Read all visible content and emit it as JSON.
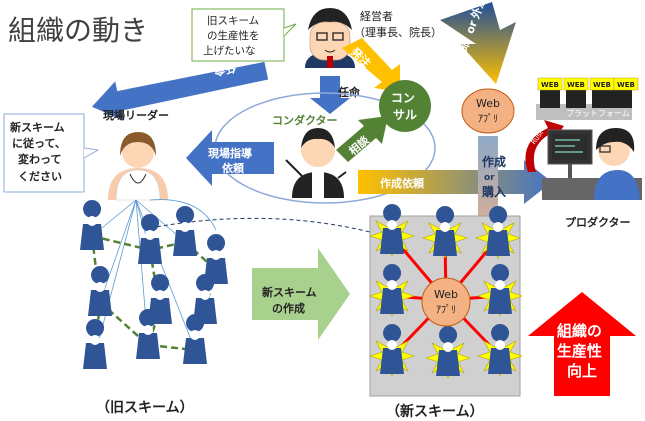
{
  "title": "組織の動き",
  "colors": {
    "blue_arrow": "#4472c4",
    "green": "#70ad47",
    "orange": "#f4b183",
    "red": "#ff0000",
    "gold": "#ffc000",
    "yellow": "#ffff00",
    "grid_bg": "#d0d0d0"
  },
  "icons": {
    "manager": "businessman-icon",
    "leader": "nurse-woman-icon",
    "conductor": "conductor-icon",
    "producer": "programmer-at-desk-icon",
    "staff": "person-pin-icon"
  },
  "speech_manager": [
    "旧スキーム",
    "の生産性を",
    "上げたいな"
  ],
  "manager": {
    "label": "経営者",
    "sub": "（理事長、院長）"
  },
  "arrows": {
    "appoint_leader": "任命",
    "appoint_conductor": "任命",
    "order_consult": "発注",
    "appoint_or_order": [
      "任命",
      "or",
      "外注"
    ],
    "field_guidance": [
      "現場指導",
      "依頼"
    ],
    "consult_request": "相談",
    "create_request": "作成依頼",
    "create_or_buy": [
      "作成",
      "or",
      "購入"
    ],
    "new_scheme_create": [
      "新スキーム",
      "の作成"
    ]
  },
  "consultant": [
    "コン",
    "サル"
  ],
  "conductor": "コンダクター",
  "field_leader": "現場リーダー",
  "speech_leader": [
    "新スキーム",
    "に従って、",
    "変わって",
    "ください"
  ],
  "web_app": {
    "line1": "Web",
    "line2": "ｱﾌﾟﾘ"
  },
  "web_app_center": {
    "line1": "Web",
    "line2": "ｱﾌﾟﾘ"
  },
  "platform": {
    "web_labels": [
      "WEB",
      "WEB",
      "WEB",
      "WEB"
    ],
    "label": "プラットフォーム",
    "flag": "Rust"
  },
  "producer": "プロダクター",
  "old_scheme": "（旧スキーム）",
  "new_scheme": "（新スキーム）",
  "productivity": [
    "組織の",
    "生産性",
    "向上"
  ]
}
